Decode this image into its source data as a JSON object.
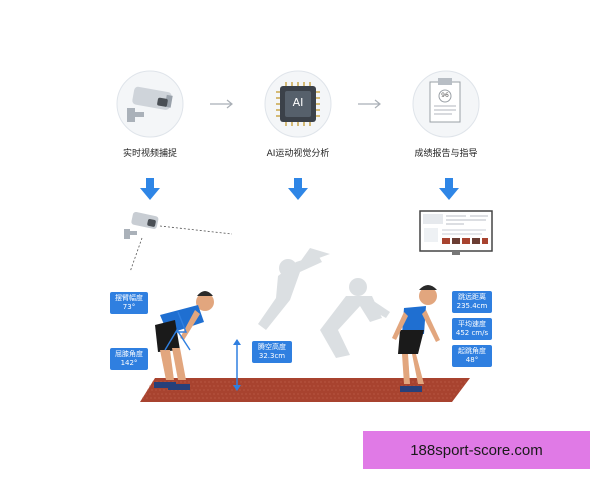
{
  "steps": [
    {
      "label": "实时视频捕捉",
      "icon": "cctv-camera-icon"
    },
    {
      "label": "AI运动视觉分析",
      "icon": "ai-chip-icon"
    },
    {
      "label": "成绩报告与指导",
      "icon": "report-document-icon"
    }
  ],
  "chip_text": "AI",
  "report_score": "96",
  "metrics": {
    "arm_swing": {
      "name": "摆臂幅度",
      "value": "73°"
    },
    "knee_angle": {
      "name": "屈膝角度",
      "value": "142°"
    },
    "air_height": {
      "name": "腾空高度",
      "value": "32.3cm"
    },
    "jump_distance": {
      "name": "跳远距离",
      "value": "235.4cm"
    },
    "avg_speed": {
      "name": "平均速度",
      "value": "452 cm/s"
    },
    "takeoff_angle": {
      "name": "起跳角度",
      "value": "48°"
    }
  },
  "watermark": "188sport-score.com",
  "colors": {
    "accent": "#2f7fe0",
    "track": "#a8432f",
    "watermark_bg": "#e07ae6"
  }
}
